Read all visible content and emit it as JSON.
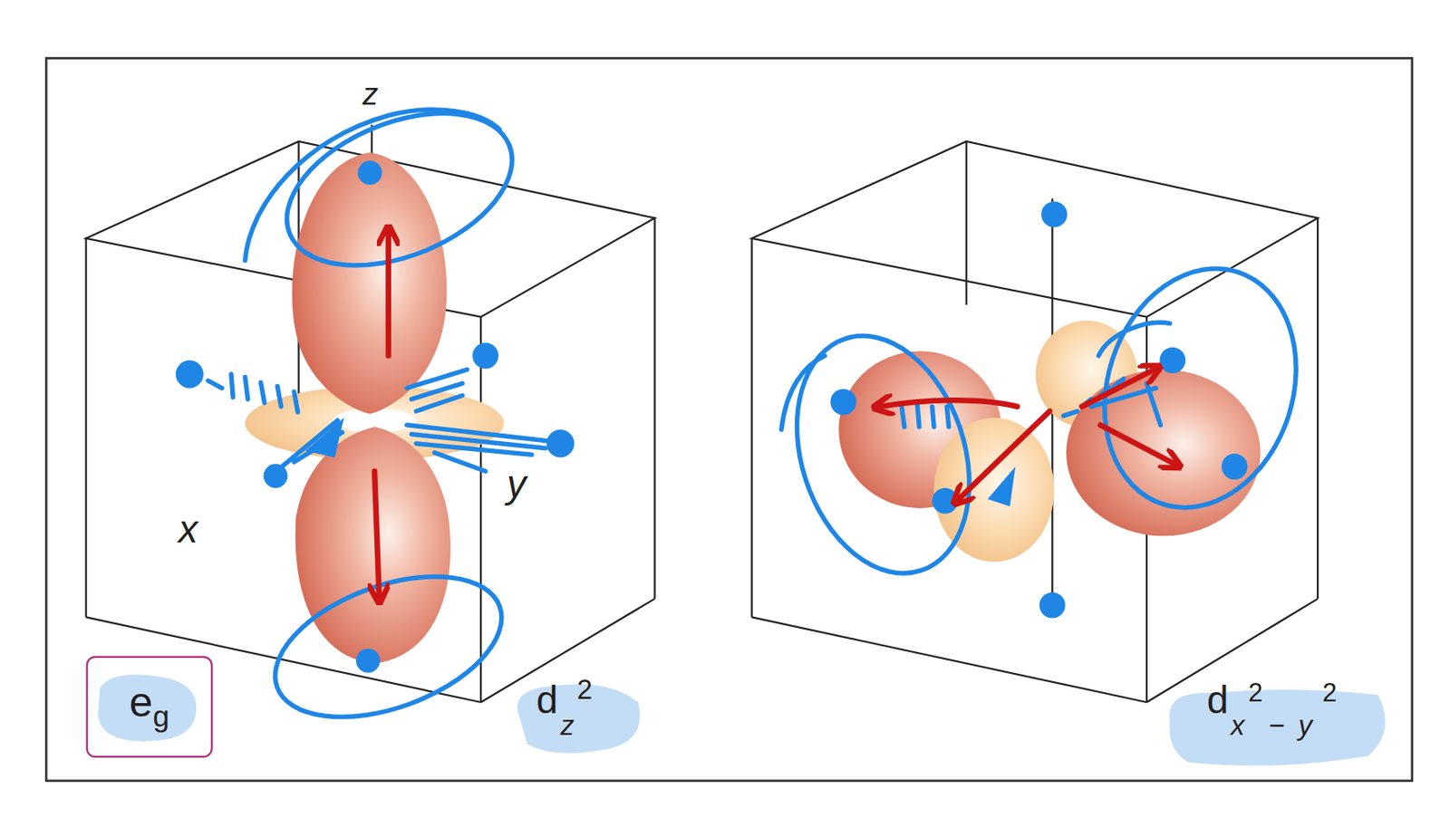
{
  "diagram": {
    "nodes": [
      {
        "text": [
          "e",
          "g"
        ]
      }
    ],
    "labels": [
      "z",
      "y",
      "x",
      "d",
      "z",
      "2",
      "d",
      "x",
      "2",
      "−",
      "y",
      "2"
    ]
  }
}
